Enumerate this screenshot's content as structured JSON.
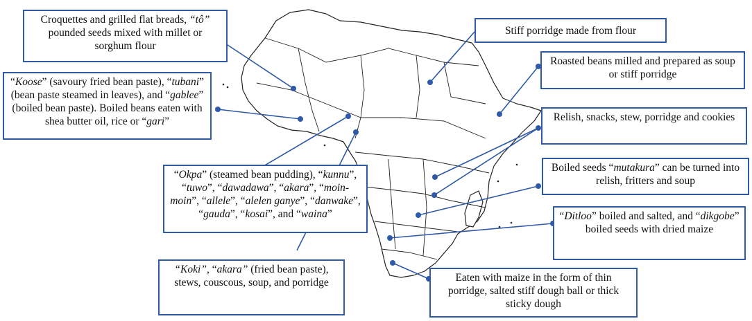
{
  "callouts": [
    {
      "id": "c1",
      "name": "callout-burkina-faso",
      "segments": [
        {
          "t": "Croquettes and grilled flat breads, ",
          "i": false
        },
        {
          "t": "“tô”",
          "i": true
        },
        {
          "t": " pounded seeds mixed with millet or sorghum flour",
          "i": false
        }
      ]
    },
    {
      "id": "c2",
      "name": "callout-ghana",
      "segments": [
        {
          "t": "“",
          "i": false
        },
        {
          "t": "Koose",
          "i": true
        },
        {
          "t": "” (savoury fried bean paste), “",
          "i": false
        },
        {
          "t": "tubani",
          "i": true
        },
        {
          "t": "” (bean paste steamed in leaves), and “",
          "i": false
        },
        {
          "t": "gablee",
          "i": true
        },
        {
          "t": "” (boiled bean paste). Boiled beans eaten with shea butter oil, rice or “",
          "i": false
        },
        {
          "t": "gari",
          "i": true
        },
        {
          "t": "”",
          "i": false
        }
      ]
    },
    {
      "id": "c3",
      "name": "callout-nigeria",
      "segments": [
        {
          "t": "“",
          "i": false
        },
        {
          "t": "Okpa",
          "i": true
        },
        {
          "t": "” (steamed bean pudding), “",
          "i": false
        },
        {
          "t": "kunnu",
          "i": true
        },
        {
          "t": "”, “",
          "i": false
        },
        {
          "t": "tuwo",
          "i": true
        },
        {
          "t": "”, “",
          "i": false
        },
        {
          "t": "dawadawa",
          "i": true
        },
        {
          "t": "”, “",
          "i": false
        },
        {
          "t": "akara",
          "i": true
        },
        {
          "t": "”, “",
          "i": false
        },
        {
          "t": "moin-moin",
          "i": true
        },
        {
          "t": "”, “",
          "i": false
        },
        {
          "t": "allele",
          "i": true
        },
        {
          "t": "”, “",
          "i": false
        },
        {
          "t": "alelen ganye",
          "i": true
        },
        {
          "t": "”, “",
          "i": false
        },
        {
          "t": "danwake",
          "i": true
        },
        {
          "t": "”, “",
          "i": false
        },
        {
          "t": "gauda",
          "i": true
        },
        {
          "t": "”, “",
          "i": false
        },
        {
          "t": "kosai",
          "i": true
        },
        {
          "t": "”, and “",
          "i": false
        },
        {
          "t": "waina",
          "i": true
        },
        {
          "t": "”",
          "i": false
        }
      ]
    },
    {
      "id": "c4",
      "name": "callout-cameroon",
      "segments": [
        {
          "t": "“Koki”",
          "i": true
        },
        {
          "t": ", “",
          "i": false
        },
        {
          "t": "akara”",
          "i": true
        },
        {
          "t": " (fried bean paste), stews, couscous, soup, and porridge",
          "i": false
        }
      ]
    },
    {
      "id": "c5",
      "name": "callout-sudan",
      "segments": [
        {
          "t": "Stiff porridge made from flour",
          "i": false
        }
      ]
    },
    {
      "id": "c6",
      "name": "callout-ethiopia",
      "segments": [
        {
          "t": "Roasted beans milled and prepared as soup or stiff porridge",
          "i": false
        }
      ]
    },
    {
      "id": "c7",
      "name": "callout-tanzania",
      "segments": [
        {
          "t": "Relish, snacks, stew, porridge and cookies",
          "i": false
        }
      ]
    },
    {
      "id": "c8",
      "name": "callout-zimbabwe",
      "segments": [
        {
          "t": "Boiled seeds “",
          "i": false
        },
        {
          "t": "mutakura",
          "i": true
        },
        {
          "t": "” can be turned into relish, fritters and soup",
          "i": false
        }
      ]
    },
    {
      "id": "c9",
      "name": "callout-botswana",
      "segments": [
        {
          "t": "“",
          "i": false
        },
        {
          "t": "Ditloo",
          "i": true
        },
        {
          "t": "” boiled and salted, and “",
          "i": false
        },
        {
          "t": "dikgobe",
          "i": true
        },
        {
          "t": "” boiled seeds with dried maize",
          "i": false
        }
      ]
    },
    {
      "id": "c10",
      "name": "callout-south-africa",
      "segments": [
        {
          "t": "Eaten with maize in the form of thin porridge, salted stiff dough ball or thick sticky dough",
          "i": false
        }
      ]
    }
  ],
  "colors": {
    "accent": "#2f5aa8",
    "map_stroke": "#222222",
    "map_fill": "#ffffff"
  }
}
